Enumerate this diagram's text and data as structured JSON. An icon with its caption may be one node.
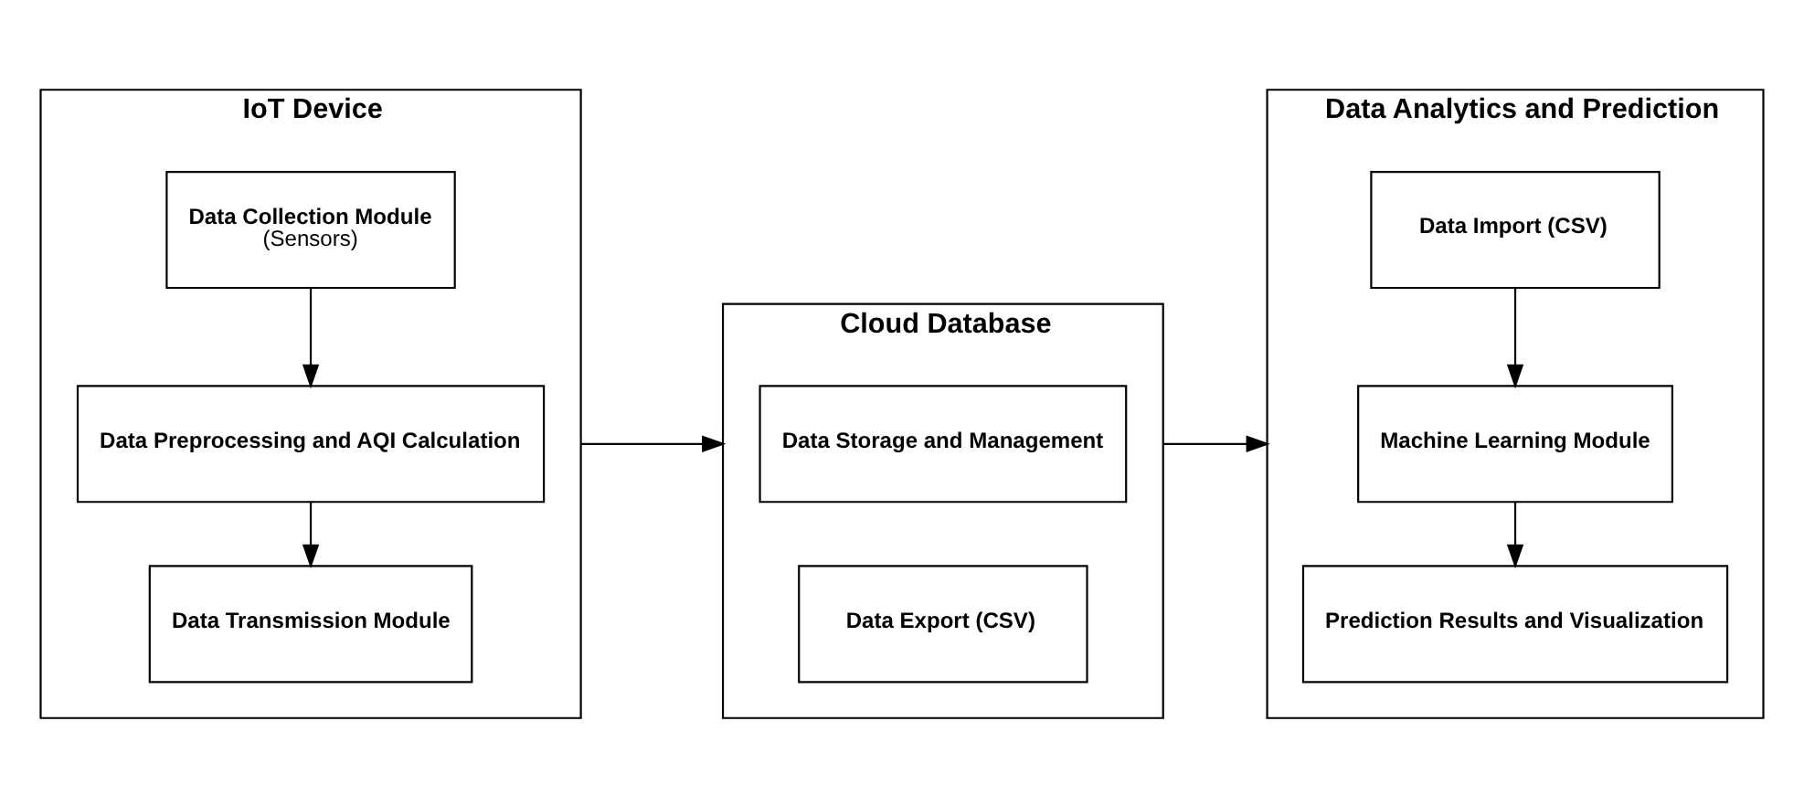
{
  "diagram": {
    "nodes": [
      {
        "text": [
          "IoT Device"
        ]
      },
      {
        "text": [
          "Data Collection Module",
          "(Sensors)"
        ],
        "in": 0
      },
      {
        "text": [
          "Data Preprocessing and AQI Calculation"
        ],
        "in": 0
      },
      {
        "text": [
          "Data Transmission Module"
        ],
        "in": 0
      },
      {
        "text": [
          "Cloud Database"
        ]
      },
      {
        "text": [
          "Data Storage and Management"
        ],
        "in": 4
      },
      {
        "text": [
          "Data Export (CSV)"
        ],
        "in": 4
      },
      {
        "text": [
          "Data Analytics and Prediction"
        ]
      },
      {
        "text": [
          "Data Import (CSV)"
        ],
        "in": 7
      },
      {
        "text": [
          "Machine Learning Module"
        ],
        "in": 7
      },
      {
        "text": [
          "Prediction Results and Visualization"
        ],
        "in": 7
      }
    ],
    "edges": [
      {
        "from": 1,
        "to": 2,
        "arrow": "to"
      },
      {
        "from": 2,
        "to": 3,
        "arrow": "to"
      },
      {
        "from": 0,
        "to": 4,
        "arrow": "to"
      },
      {
        "from": 4,
        "to": 7,
        "arrow": "to"
      },
      {
        "from": 8,
        "to": 9,
        "arrow": "to"
      },
      {
        "from": 9,
        "to": 10,
        "arrow": "to"
      }
    ]
  }
}
